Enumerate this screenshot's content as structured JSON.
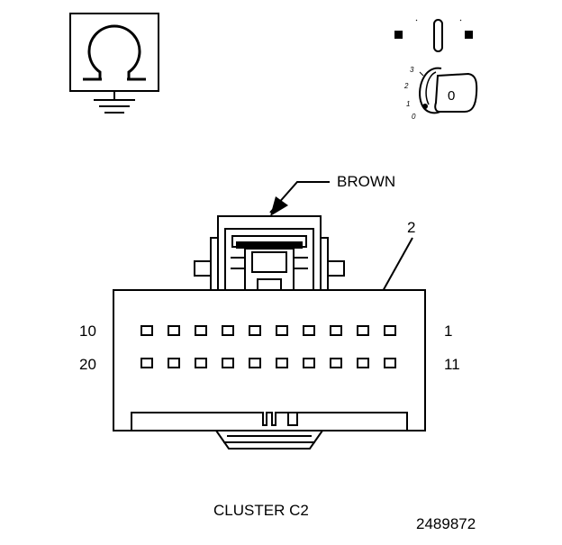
{
  "ohmmeter_icon": {
    "icon": "ohm-symbol-with-ground"
  },
  "ignition_switch": {
    "icon": "ignition-key",
    "positions": [
      "3",
      "2",
      "1",
      "0"
    ],
    "key_label": "0"
  },
  "connector": {
    "color_callout": "BROWN",
    "pin_callout": "2",
    "row1_left_label": "10",
    "row1_right_label": "1",
    "row2_left_label": "20",
    "row2_right_label": "11",
    "pins_per_row": 10,
    "caption": "CLUSTER C2"
  },
  "figure_number": "2489872"
}
